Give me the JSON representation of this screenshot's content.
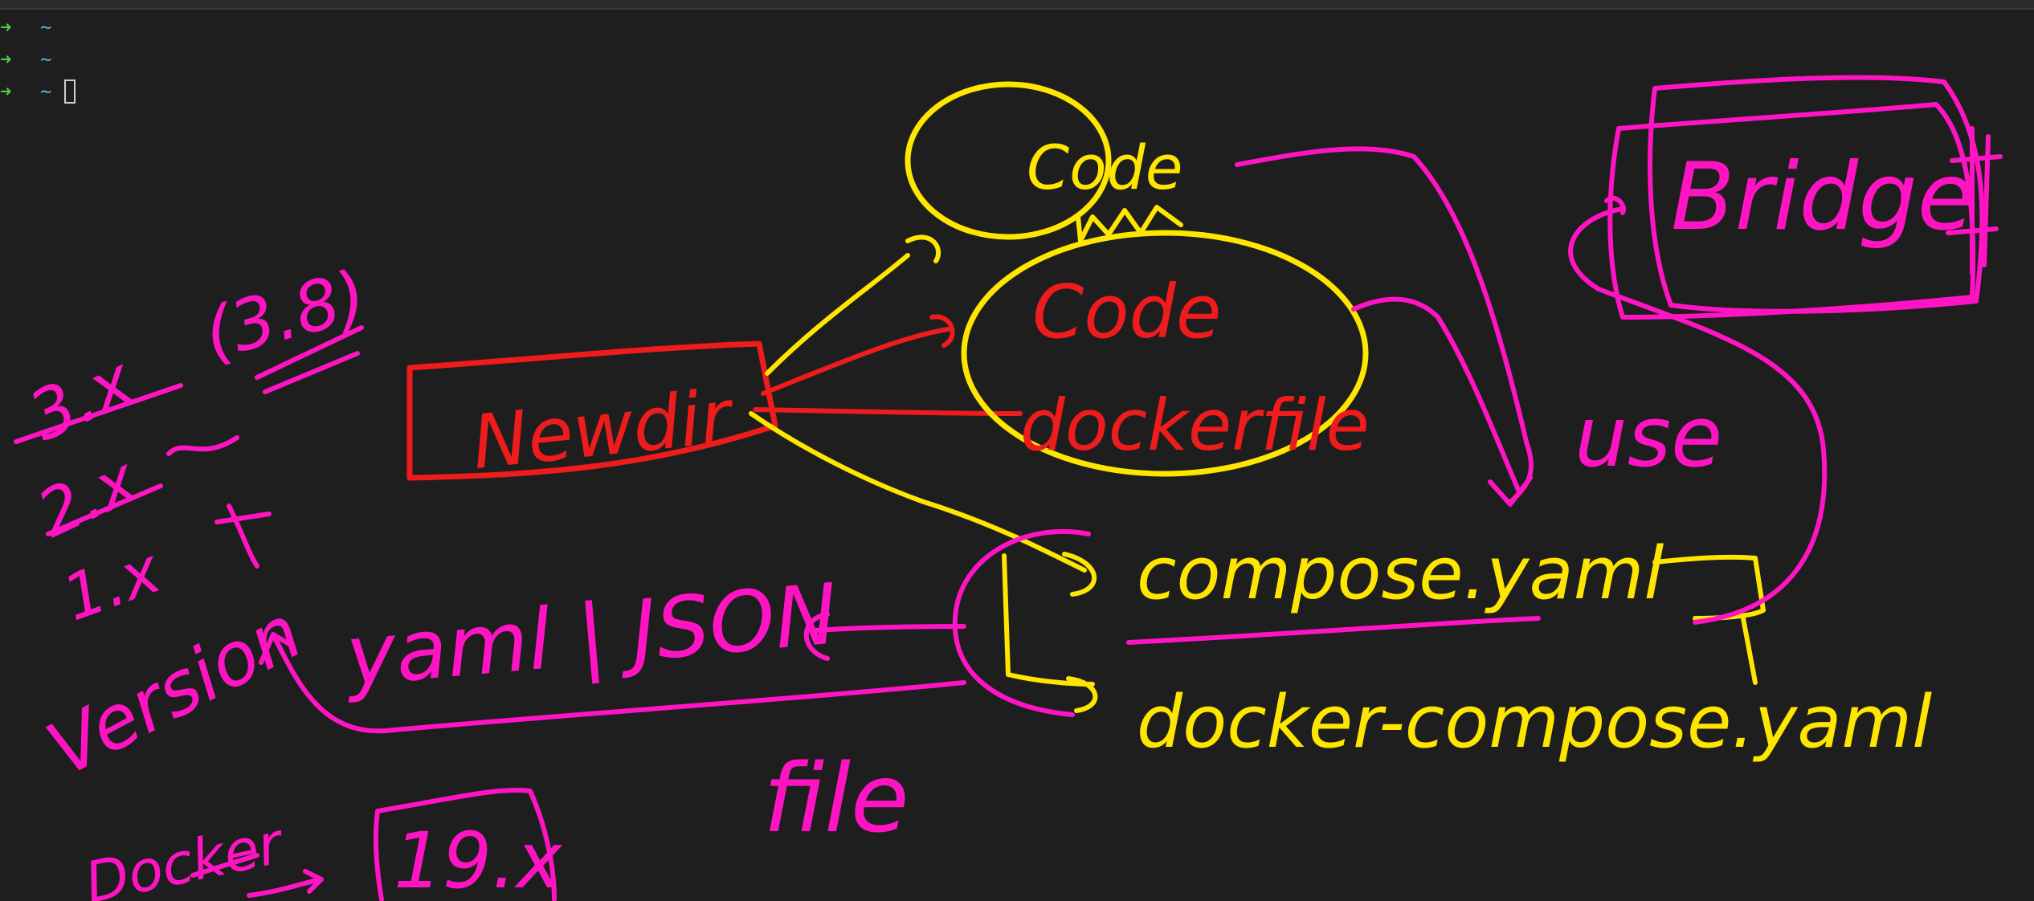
{
  "terminal": {
    "lines": [
      {
        "arrow": "➜",
        "path": "~"
      },
      {
        "arrow": "➜",
        "path": "~"
      },
      {
        "arrow": "➜",
        "path": "~"
      }
    ]
  },
  "sketch": {
    "colors": {
      "pink": "#ff14c4",
      "red": "#ee1c1c",
      "yellow": "#ffe600"
    },
    "version_list": [
      "3.x",
      "2.x",
      "1.x"
    ],
    "version_note": "(3.8)",
    "version_label": "Version",
    "file_format": "yaml | JSON",
    "new_dir": "Newdir",
    "code_top": "Code",
    "code_inner": "Code",
    "dockerfile": "dockerfile",
    "bridge": "Bridge",
    "use": "use",
    "compose_yaml": "compose.yaml",
    "docker_compose_yaml": "docker-compose.yaml",
    "file": "file",
    "docker": "Docker",
    "docker_version": "19.x"
  }
}
